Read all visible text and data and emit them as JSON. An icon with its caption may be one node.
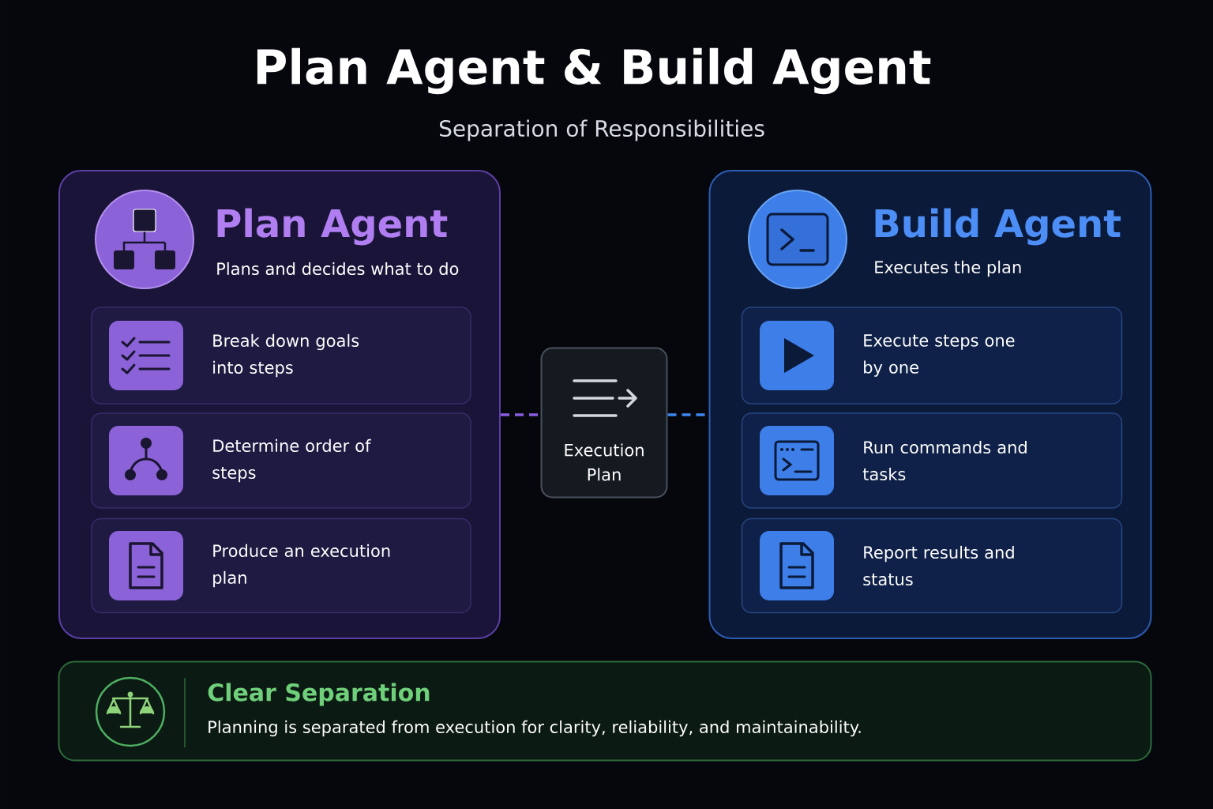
{
  "diagram": {
    "title": "Plan Agent & Build Agent",
    "nodes": [
      {
        "text": [
          "Plan Agent",
          "Plans and decides what to do"
        ]
      },
      {
        "text": [
          "Break down goals into steps"
        ],
        "in": 0
      },
      {
        "text": [
          "Determine order of steps"
        ],
        "in": 0
      },
      {
        "text": [
          "Produce an execution plan"
        ],
        "in": 0
      },
      {
        "text": [
          "Execution Plan"
        ]
      },
      {
        "text": [
          "Build Agent",
          "Executes the plan"
        ]
      },
      {
        "text": [
          "Execute steps one by one"
        ],
        "in": 5
      },
      {
        "text": [
          "Run commands and tasks"
        ],
        "in": 5
      },
      {
        "text": [
          "Report results and status"
        ],
        "in": 5
      },
      {
        "text": [
          "Clear Separation",
          "Planning is separated from execution for clarity, reliability, and maintainability."
        ]
      }
    ],
    "edges": [
      {
        "from": 0,
        "to": 4,
        "arrow": "none",
        "style": "dashed",
        "color": "#8a5ce0"
      },
      {
        "from": 4,
        "to": 5,
        "arrow": "none",
        "style": "dashed",
        "color": "#3d86f0"
      }
    ],
    "labels": [
      "Separation of Responsibilities"
    ]
  }
}
